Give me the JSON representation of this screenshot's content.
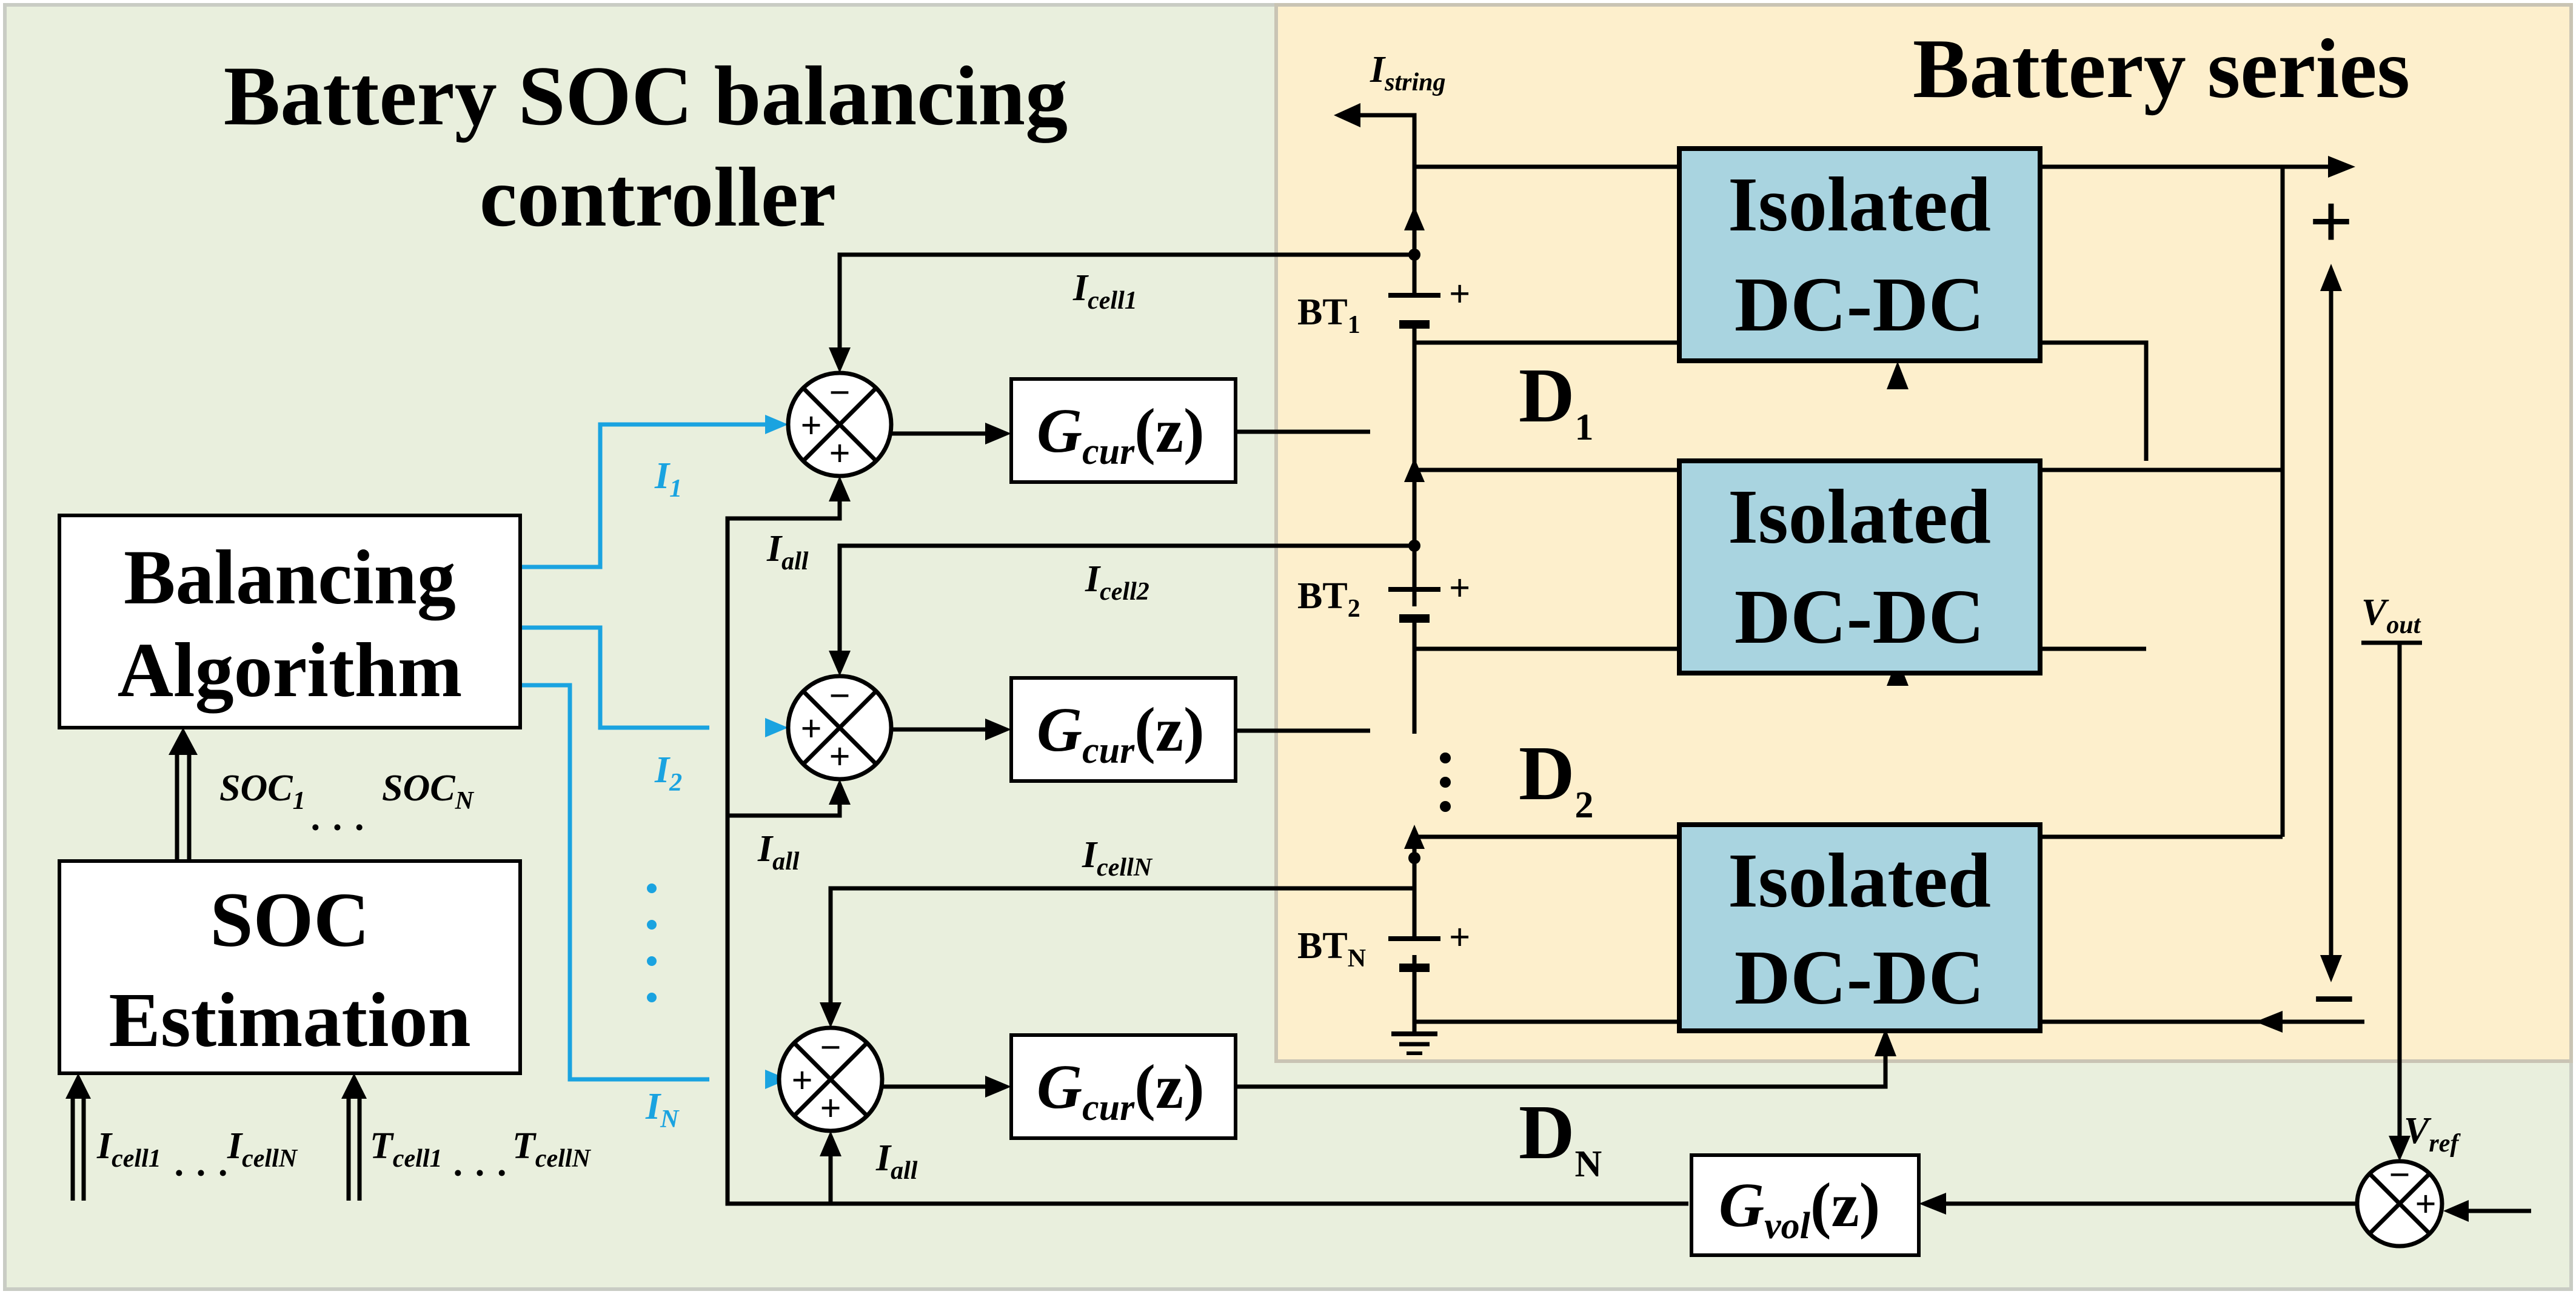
{
  "regions": {
    "left_title_line1": "Battery SOC balancing",
    "left_title_line2": "controller",
    "right_title": "Battery series"
  },
  "blocks": {
    "balancing_line1": "Balancing",
    "balancing_line2": "Algorithm",
    "soc_line1": "SOC",
    "soc_line2": "Estimation",
    "dcdc_line1": "Isolated",
    "dcdc_line2": "DC-DC",
    "gcur_g": "G",
    "gcur_sub": "cur",
    "gcur_z": "(z)",
    "gvol_g": "G",
    "gvol_sub": "vol",
    "gvol_z": "(z)"
  },
  "signals": {
    "i_string": "I",
    "i_string_sub": "string",
    "i_cell": "I",
    "cell1_sub": "cell1",
    "cell2_sub": "cell2",
    "cellN_sub": "cellN",
    "i_all": "I",
    "all_sub": "all",
    "ref_i1": "I",
    "ref_i1_sub": "1",
    "ref_i2": "I",
    "ref_i2_sub": "2",
    "ref_iN": "I",
    "ref_iN_sub": "N",
    "soc": "SOC",
    "soc1_sub": "1",
    "socN_sub": "N",
    "t_cell": "T",
    "bt": "BT",
    "bt1_sub": "1",
    "bt2_sub": "2",
    "btN_sub": "N",
    "d": "D",
    "d1_sub": "1",
    "d2_sub": "2",
    "dN_sub": "N",
    "v_out": "V",
    "v_out_sub": "out",
    "v_ref": "V",
    "v_ref_sub": "ref",
    "plus": "+",
    "minus": "−",
    "dots": "·  ·  ·"
  },
  "colors": {
    "controller_bg": "#e9efdd",
    "battery_bg": "#fdefcc",
    "dcdc_fill": "#a9d4e0",
    "reference_wire": "#1aa3e0"
  }
}
